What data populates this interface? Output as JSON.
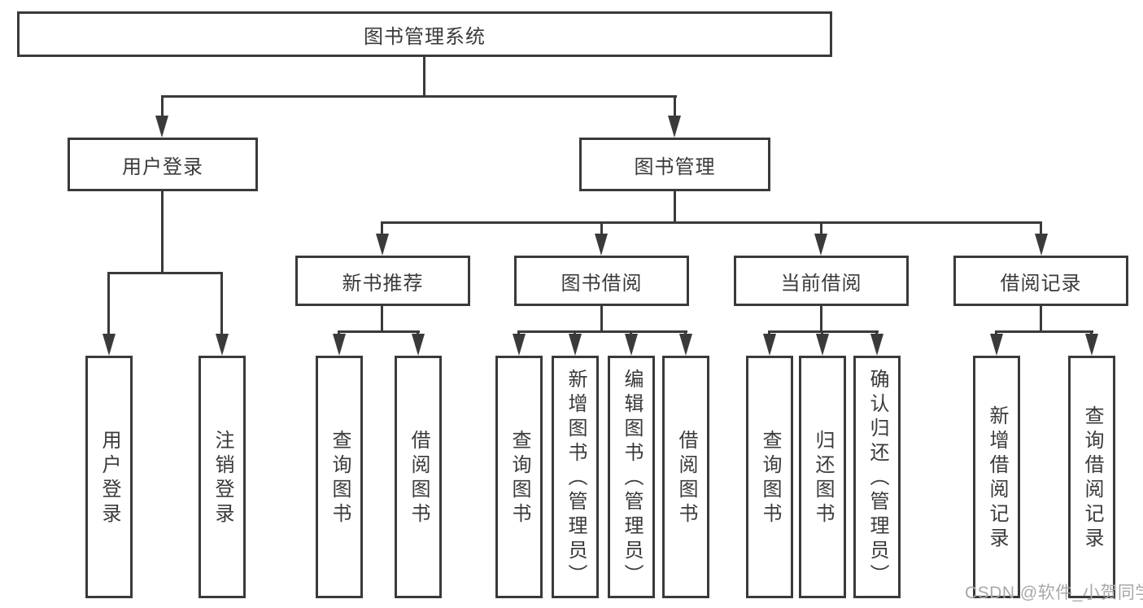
{
  "colors": {
    "line": "#3a3a3a",
    "text": "#3a3a3a",
    "background": "#ffffff",
    "box_fill": "#ffffff",
    "watermark": "#a8a8a8"
  },
  "watermark": {
    "text": "CSDN @软件_小贺同学"
  },
  "tree": {
    "label": "图书管理系统",
    "children": [
      {
        "label": "用户登录",
        "children": [
          {
            "label": "用户登录"
          },
          {
            "label": "注销登录"
          }
        ]
      },
      {
        "label": "图书管理",
        "children": [
          {
            "label": "新书推荐",
            "children": [
              {
                "label": "查询图书"
              },
              {
                "label": "借阅图书"
              }
            ]
          },
          {
            "label": "图书借阅",
            "children": [
              {
                "label": "查询图书"
              },
              {
                "label": "新增图书（管理员）"
              },
              {
                "label": "编辑图书（管理员）"
              },
              {
                "label": "借阅图书"
              }
            ]
          },
          {
            "label": "当前借阅",
            "children": [
              {
                "label": "查询图书"
              },
              {
                "label": "归还图书"
              },
              {
                "label": "确认归还（管理员）"
              }
            ]
          },
          {
            "label": "借阅记录",
            "children": [
              {
                "label": "新增借阅记录"
              },
              {
                "label": "查询借阅记录"
              }
            ]
          }
        ]
      }
    ]
  }
}
